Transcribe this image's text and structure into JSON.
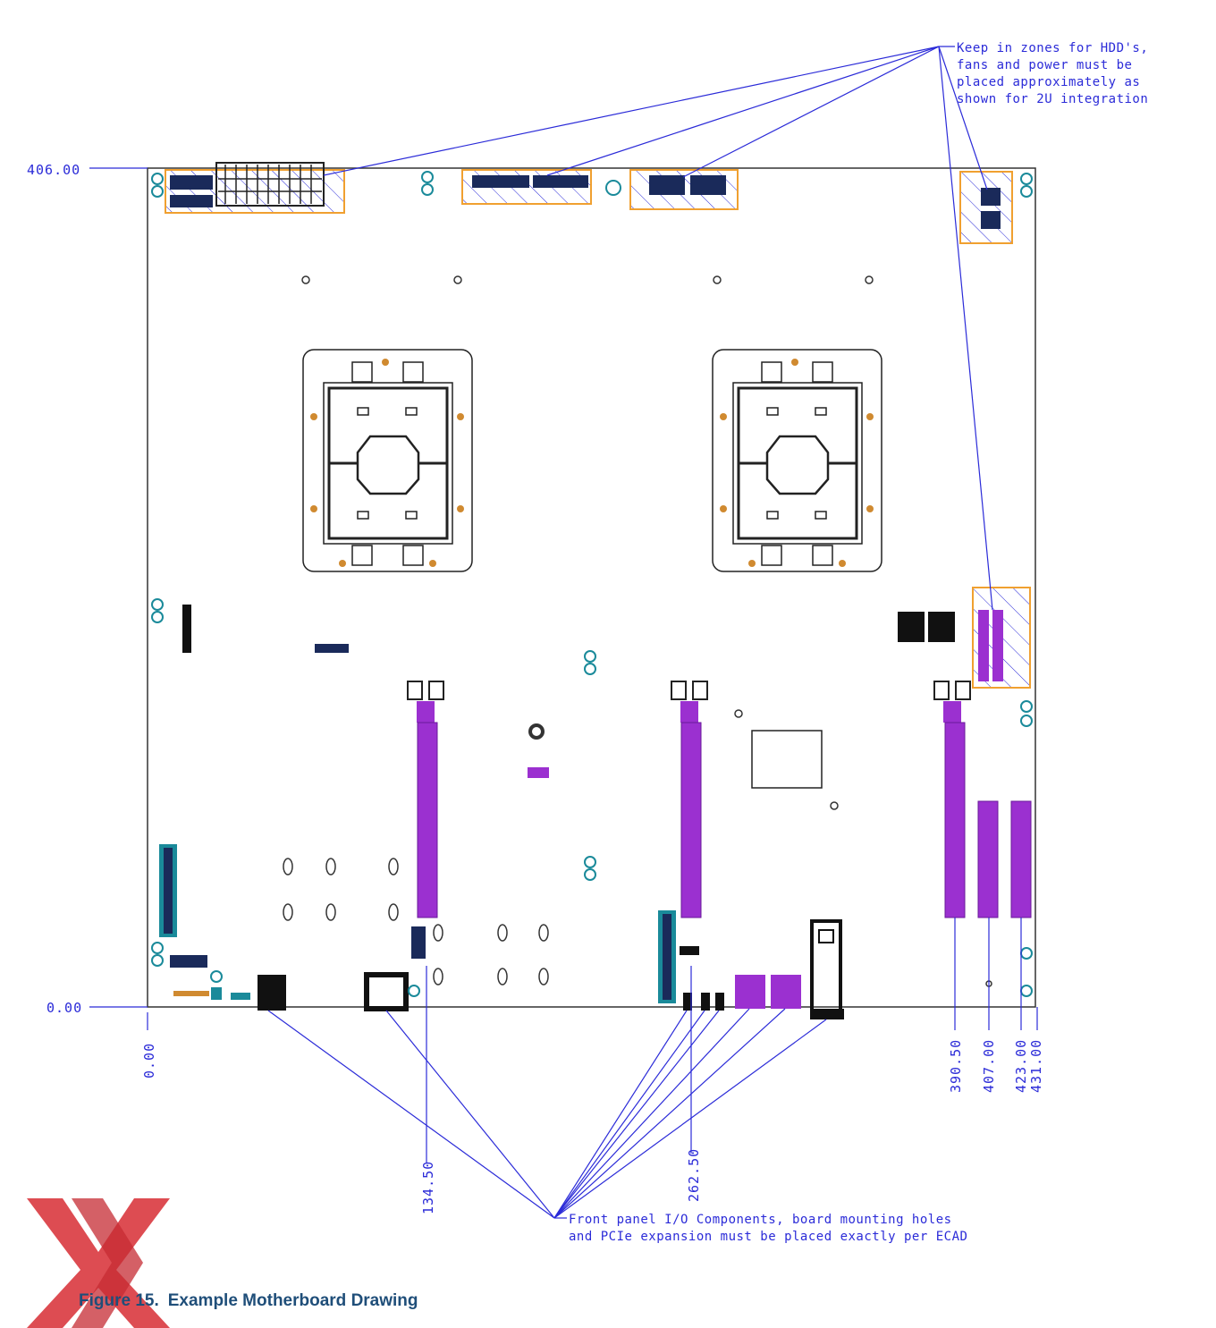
{
  "notes": {
    "keep_in_zones": [
      "Keep in zones for HDD's,",
      "fans and power must be",
      "placed approximately as",
      "shown for 2U integration"
    ],
    "front_panel": [
      "Front panel I/O Components, board mounting holes",
      "and PCIe expansion must be placed exactly per ECAD"
    ]
  },
  "dimensions": {
    "y_top": "406.00",
    "y_bottom": "0.00",
    "x_origin": "0.00",
    "x_134": "134.50",
    "x_262": "262.50",
    "x_390": "390.50",
    "x_407": "407.00",
    "x_423": "423.00",
    "x_431": "431.00"
  },
  "caption": {
    "number": "Figure 15.",
    "title": "Example Motherboard Drawing"
  },
  "colors": {
    "outline": "#333333",
    "dimension": "#2b2bd8",
    "keep_in": "#f0a030",
    "connector": "#1a2a5a",
    "pcie": "#9b30d0",
    "teal": "#1a8a9a",
    "logo": "#d9383f",
    "caption": "#1f4e79"
  }
}
